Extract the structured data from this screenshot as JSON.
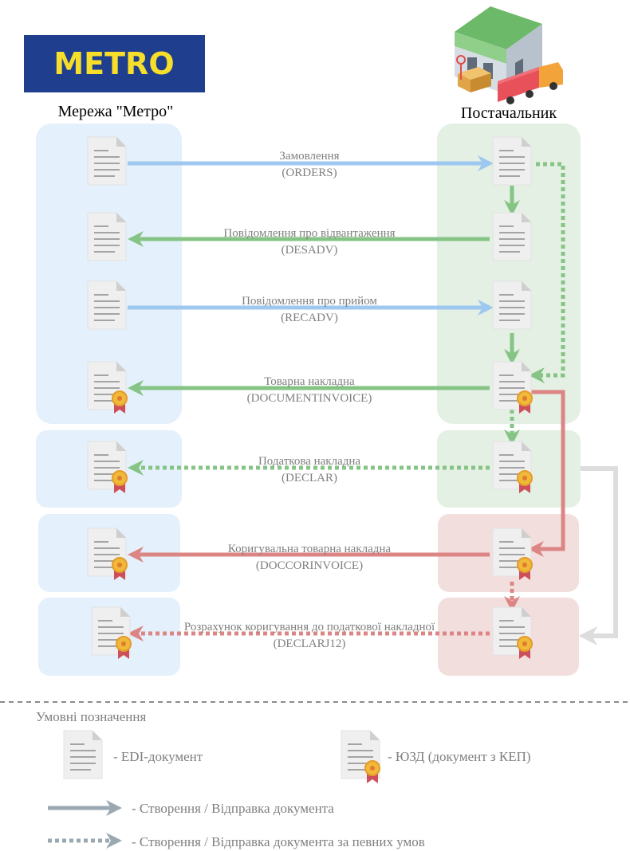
{
  "logo": {
    "text": "METRO",
    "background": "#1f3f8e",
    "text_color": "#f6de2a"
  },
  "left_column": {
    "title": "Мережа \"Метро\""
  },
  "right_column": {
    "title": "Постачальник"
  },
  "messages": [
    {
      "title": "Замовлення",
      "code": "(ORDERS)",
      "direction": "to-supplier",
      "style": "solid",
      "color": "blue",
      "left_doc": "edi",
      "right_doc": "edi"
    },
    {
      "title": "Повідомлення про відвантаження",
      "code": "(DESADV)",
      "direction": "to-metro",
      "style": "solid",
      "color": "green",
      "left_doc": "edi",
      "right_doc": "edi"
    },
    {
      "title": "Повідомлення про прийом",
      "code": "(RECADV)",
      "direction": "to-supplier",
      "style": "solid",
      "color": "blue",
      "left_doc": "edi",
      "right_doc": "edi"
    },
    {
      "title": "Товарна накладна",
      "code": "(DOCUMENTINVOICE)",
      "direction": "to-metro",
      "style": "solid",
      "color": "green",
      "left_doc": "signed",
      "right_doc": "signed"
    },
    {
      "title": "Податкова накладна",
      "code": "(DECLAR)",
      "direction": "to-metro",
      "style": "dotted",
      "color": "green",
      "left_doc": "signed",
      "right_doc": "signed"
    },
    {
      "title": "Коригувальна товарна накладна",
      "code": "(DOCCORINVOICE)",
      "direction": "to-metro",
      "style": "solid",
      "color": "red",
      "left_doc": "signed",
      "right_doc": "signed"
    },
    {
      "title": "Розрахунок коригування до податкової накладної",
      "code": "(DECLARJ12)",
      "direction": "to-metro",
      "style": "dotted",
      "color": "red",
      "left_doc": "signed",
      "right_doc": "signed"
    }
  ],
  "legend": {
    "title": "Умовні позначення",
    "edi_doc": "-  EDI-документ",
    "signed_doc": "-  ЮЗД (документ з КЕП)",
    "solid_arrow": "-  Створення / Відправка документа",
    "dotted_arrow": "-  Створення / Відправка документа за певних умов"
  },
  "colors": {
    "blue_panel": "#e4f0fb",
    "green_panel": "#e4f0e4",
    "red_panel": "#f3dede",
    "blue_arrow": "#9ec8ef",
    "green_arrow": "#86c486",
    "red_arrow": "#dc8585",
    "gray_arrow": "#dddddd",
    "legend_arrow": "#9aa8b2",
    "label_text": "#7f7f7f"
  }
}
